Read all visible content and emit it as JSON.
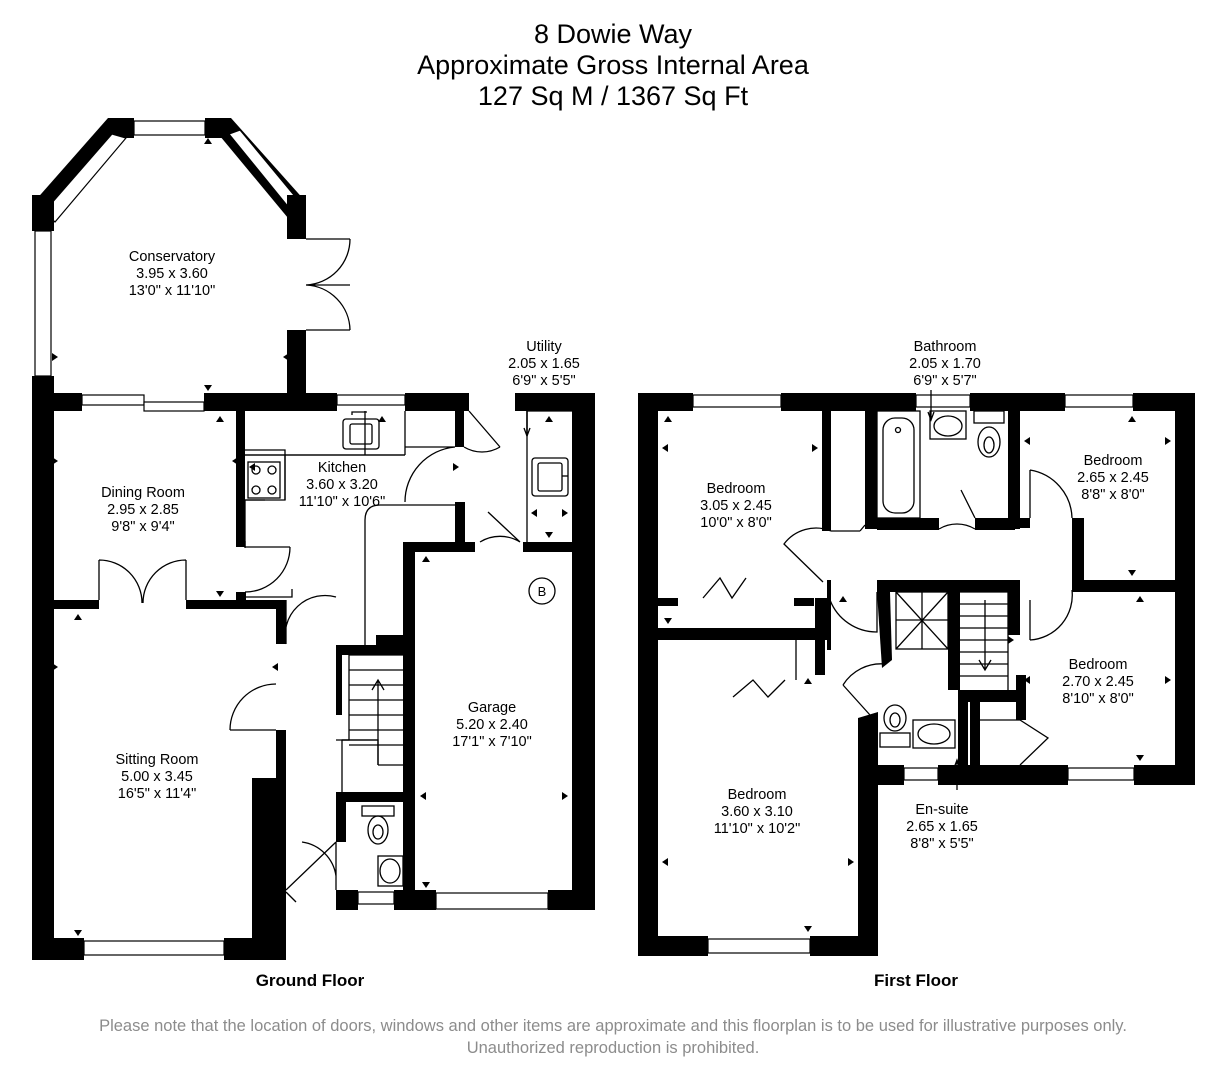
{
  "header": {
    "address": "8 Dowie Way",
    "area_label": "Approximate Gross Internal Area",
    "area_value": "127 Sq M / 1367 Sq Ft"
  },
  "floors": {
    "ground": "Ground Floor",
    "first": "First Floor"
  },
  "rooms": {
    "conservatory": {
      "name": "Conservatory",
      "metric": "3.95 x 3.60",
      "imperial": "13'0\" x 11'10\""
    },
    "utility": {
      "name": "Utility",
      "metric": "2.05 x 1.65",
      "imperial": "6'9\" x 5'5\""
    },
    "kitchen": {
      "name": "Kitchen",
      "metric": "3.60 x 3.20",
      "imperial": "11'10\" x 10'6\""
    },
    "dining": {
      "name": "Dining Room",
      "metric": "2.95 x 2.85",
      "imperial": "9'8\" x 9'4\""
    },
    "sitting": {
      "name": "Sitting Room",
      "metric": "5.00 x 3.45",
      "imperial": "16'5\" x 11'4\""
    },
    "garage": {
      "name": "Garage",
      "metric": "5.20 x 2.40",
      "imperial": "17'1\" x 7'10\""
    },
    "bathroom": {
      "name": "Bathroom",
      "metric": "2.05 x 1.70",
      "imperial": "6'9\" x 5'7\""
    },
    "bedroom1": {
      "name": "Bedroom",
      "metric": "3.05 x 2.45",
      "imperial": "10'0\" x 8'0\""
    },
    "bedroom2": {
      "name": "Bedroom",
      "metric": "2.65 x 2.45",
      "imperial": "8'8\" x 8'0\""
    },
    "bedroom3": {
      "name": "Bedroom",
      "metric": "2.70 x 2.45",
      "imperial": "8'10\" x 8'0\""
    },
    "bedroom4": {
      "name": "Bedroom",
      "metric": "3.60 x 3.10",
      "imperial": "11'10\" x 10'2\""
    },
    "ensuite": {
      "name": "En-suite",
      "metric": "2.65 x 1.65",
      "imperial": "8'8\" x 5'5\""
    }
  },
  "boiler_label": "B",
  "disclaimer": "Please note that the location of doors, windows and other items are approximate and this floorplan is to be used for illustrative purposes only. Unauthorized reproduction is prohibited."
}
